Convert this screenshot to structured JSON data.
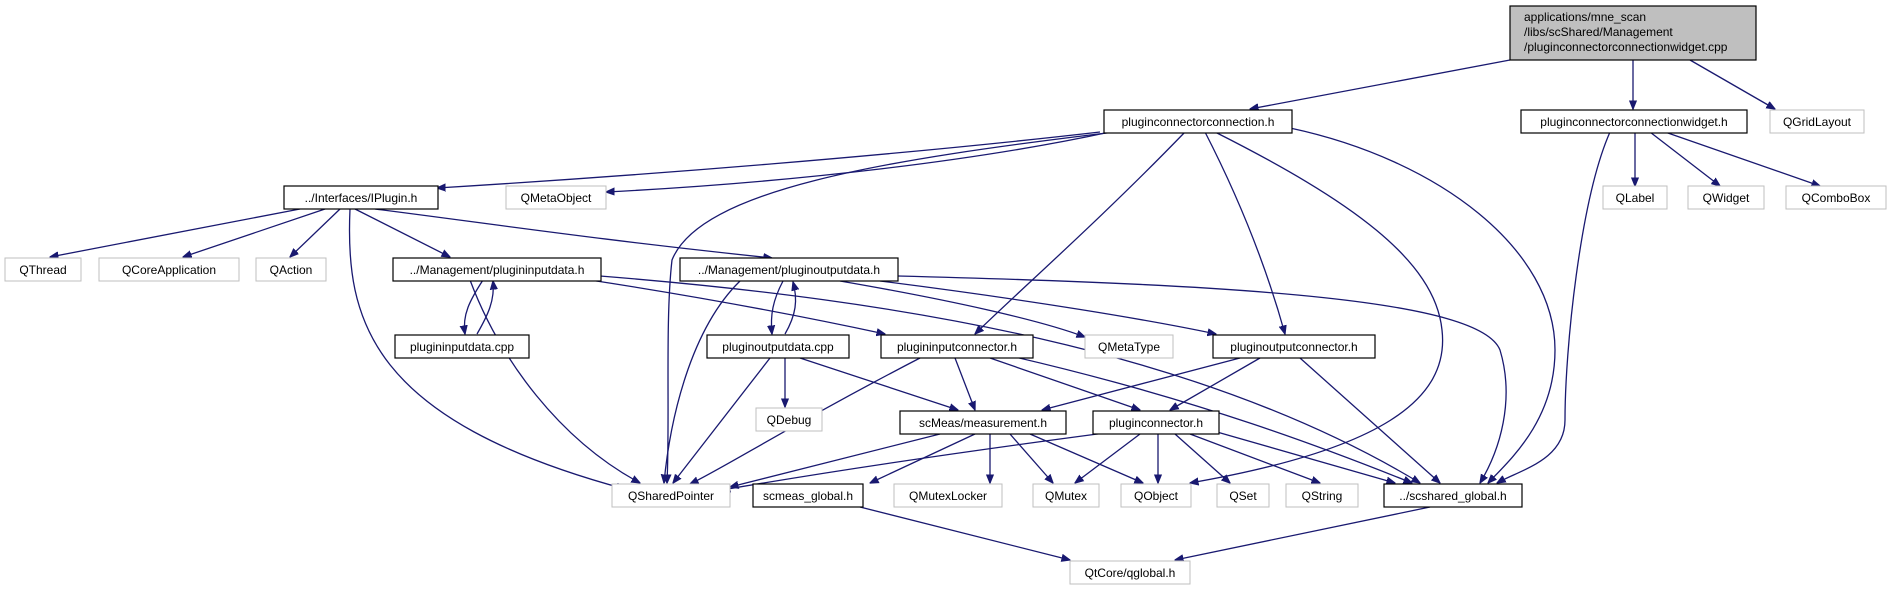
{
  "colors": {
    "edge": "#191970",
    "main_fill": "#bfbfbf",
    "node_border": "#000000",
    "external_border": "#bfbfbf"
  },
  "nodes": {
    "main": {
      "lines": [
        "applications/mne_scan",
        "/libs/scShared/Management",
        "/pluginconnectorconnectionwidget.cpp"
      ],
      "kind": "main"
    },
    "pcc_h": {
      "label": "pluginconnectorconnection.h",
      "kind": "doc"
    },
    "pccw_h": {
      "label": "pluginconnectorconnectionwidget.h",
      "kind": "doc"
    },
    "qgridlayout": {
      "label": "QGridLayout",
      "kind": "ext"
    },
    "iplugin_h": {
      "label": "../Interfaces/IPlugin.h",
      "kind": "doc"
    },
    "qmetaobject": {
      "label": "QMetaObject",
      "kind": "ext"
    },
    "qlabel": {
      "label": "QLabel",
      "kind": "ext"
    },
    "qwidget": {
      "label": "QWidget",
      "kind": "ext"
    },
    "qcombobox": {
      "label": "QComboBox",
      "kind": "ext"
    },
    "qthread": {
      "label": "QThread",
      "kind": "ext"
    },
    "qcoreapp": {
      "label": "QCoreApplication",
      "kind": "ext"
    },
    "qaction": {
      "label": "QAction",
      "kind": "ext"
    },
    "pindata_h": {
      "label": "../Management/plugininputdata.h",
      "kind": "doc"
    },
    "poutdata_h": {
      "label": "../Management/pluginoutputdata.h",
      "kind": "doc"
    },
    "pindata_cpp": {
      "label": "plugininputdata.cpp",
      "kind": "doc"
    },
    "poutdata_cpp": {
      "label": "pluginoutputdata.cpp",
      "kind": "doc"
    },
    "pinconn_h": {
      "label": "plugininputconnector.h",
      "kind": "doc"
    },
    "qmetatype": {
      "label": "QMetaType",
      "kind": "ext"
    },
    "poutconn_h": {
      "label": "pluginoutputconnector.h",
      "kind": "doc"
    },
    "qdebug": {
      "label": "QDebug",
      "kind": "ext"
    },
    "measurement_h": {
      "label": "scMeas/measurement.h",
      "kind": "doc"
    },
    "pconn_h": {
      "label": "pluginconnector.h",
      "kind": "doc"
    },
    "qsharedpointer": {
      "label": "QSharedPointer",
      "kind": "ext"
    },
    "scmeas_global_h": {
      "label": "scmeas_global.h",
      "kind": "doc"
    },
    "qmutexlocker": {
      "label": "QMutexLocker",
      "kind": "ext"
    },
    "qmutex": {
      "label": "QMutex",
      "kind": "ext"
    },
    "qobject": {
      "label": "QObject",
      "kind": "ext"
    },
    "qset": {
      "label": "QSet",
      "kind": "ext"
    },
    "qstring": {
      "label": "QString",
      "kind": "ext"
    },
    "scshared_global_h": {
      "label": "../scshared_global.h",
      "kind": "doc"
    },
    "qglobal_h": {
      "label": "QtCore/qglobal.h",
      "kind": "ext"
    }
  }
}
